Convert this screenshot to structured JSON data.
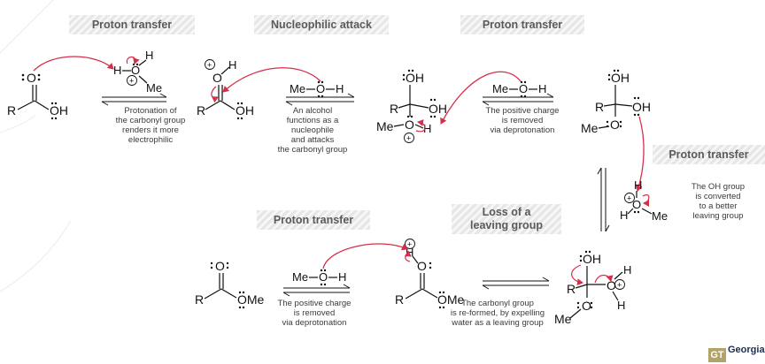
{
  "steps": {
    "s1": "Proton transfer",
    "s2": "Nucleophilic attack",
    "s3": "Proton transfer",
    "s4": "Proton transfer",
    "s5": "Loss of a",
    "s5b": "leaving group",
    "s6": "Proton transfer"
  },
  "notes": {
    "n1": [
      "Protonation of",
      "the carbonyl group",
      "renders it more",
      "electrophilic"
    ],
    "n2": [
      "An alcohol",
      "functions as a",
      "nucleophile",
      "and attacks",
      "the carbonyl group"
    ],
    "n3": [
      "The positive charge",
      "is removed",
      "via deprotonation"
    ],
    "n4": [
      "The OH group",
      "is converted",
      "to a better",
      "leaving group"
    ],
    "n5": [
      "The carbonyl group",
      "is re-formed, by expelling",
      "water as a leaving group"
    ],
    "n6": [
      "The positive charge",
      "is removed",
      "via deprotonation"
    ]
  },
  "chem": {
    "R": "R",
    "O": "O",
    "OH": "OH",
    "H": "H",
    "Me": "Me",
    "OMe": "OMe",
    "MeOH_Me": "Me",
    "MeOH_O": "O",
    "MeOH_H": "H",
    "plus": "+"
  },
  "logo": {
    "mark": "GT",
    "word": "Georgia"
  },
  "colors": {
    "arrow_red": "#d62f4a",
    "text": "#111111",
    "step_header": "#5a5a5a"
  }
}
